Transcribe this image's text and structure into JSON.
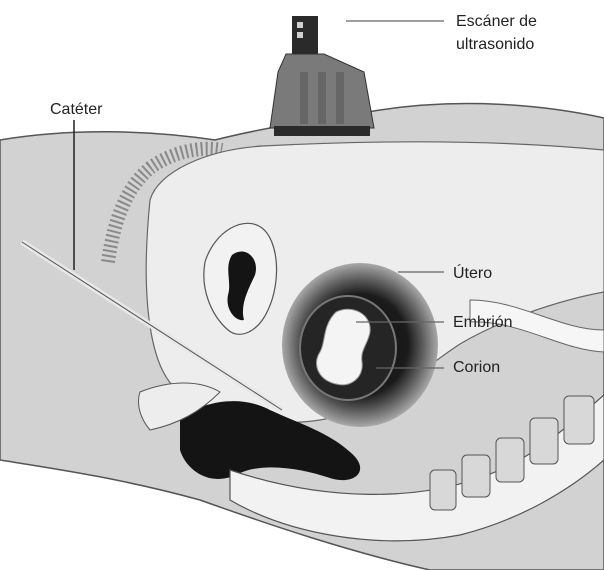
{
  "labels": {
    "scanner_line1": "Escáner de",
    "scanner_line2": "ultrasonido",
    "catheter": "Catéter",
    "uterus": "Útero",
    "embryo": "Embrión",
    "chorion": "Corion"
  },
  "colors": {
    "body_fill": "#d2d2d2",
    "organ_fill": "#ededed",
    "dark_fill": "#141414",
    "probe_fill": "#7a7a7a",
    "outline": "#444444"
  }
}
